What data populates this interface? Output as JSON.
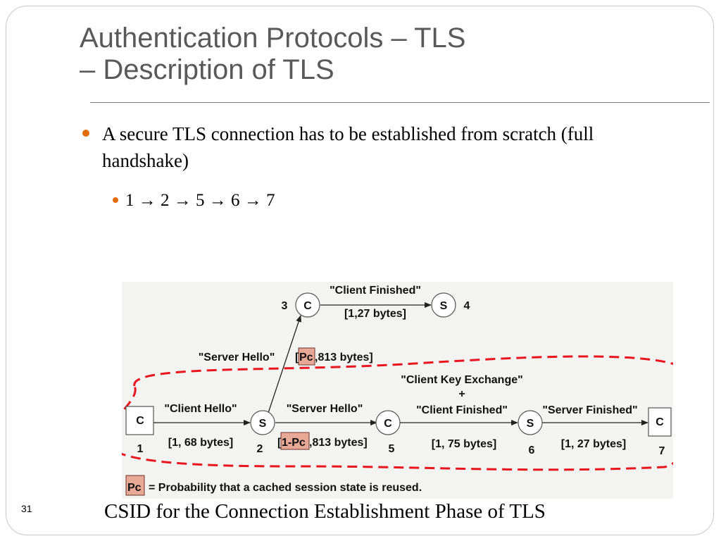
{
  "slide": {
    "title_line1": "Authentication Protocols – TLS",
    "title_line2": "– Description of TLS",
    "bullets": [
      {
        "text": "A secure TLS connection has to be established from scratch (full handshake)"
      }
    ],
    "sub_bullet": "1 → 2 → 5 → 6 → 7",
    "caption": "CSID for the Connection Establishment Phase of TLS",
    "page_number": "31"
  },
  "diagram": {
    "nodes": [
      {
        "id": "n1",
        "label": "C",
        "number": "1"
      },
      {
        "id": "n2",
        "label": "S",
        "number": "2"
      },
      {
        "id": "n3",
        "label": "C",
        "number": "3"
      },
      {
        "id": "n4",
        "label": "S",
        "number": "4"
      },
      {
        "id": "n5",
        "label": "C",
        "number": "5"
      },
      {
        "id": "n6",
        "label": "S",
        "number": "6"
      },
      {
        "id": "n7",
        "label": "C",
        "number": "7"
      }
    ],
    "edges": [
      {
        "from": "n1",
        "to": "n2",
        "message": "\"Client Hello\"",
        "size": "[1, 68 bytes]"
      },
      {
        "from": "n2",
        "to": "n3",
        "message": "\"Server Hello\"",
        "prob": "Pc",
        "size": ",813 bytes]",
        "size_prefix": "["
      },
      {
        "from": "n3",
        "to": "n4",
        "message": "\"Client Finished\"",
        "size": "[1,27 bytes]"
      },
      {
        "from": "n2",
        "to": "n5",
        "message": "\"Server Hello\"",
        "prob": "1-Pc",
        "size": ",813 bytes]",
        "size_prefix": "["
      },
      {
        "from": "n5",
        "to": "n6",
        "message_lines": [
          "\"Client Key Exchange\"",
          "+",
          "\"Client Finished\""
        ],
        "size": "[1, 75 bytes]"
      },
      {
        "from": "n6",
        "to": "n7",
        "message": "\"Server Finished\"",
        "size": "[1, 27 bytes]"
      }
    ],
    "legend": {
      "symbol": "Pc",
      "text": "= Probability that a cached session state is reused."
    },
    "colors": {
      "highlight_fill": "#e8a896",
      "dashed_outline": "#e8141e",
      "bullet": "#e36c0a",
      "title": "#595959"
    }
  }
}
